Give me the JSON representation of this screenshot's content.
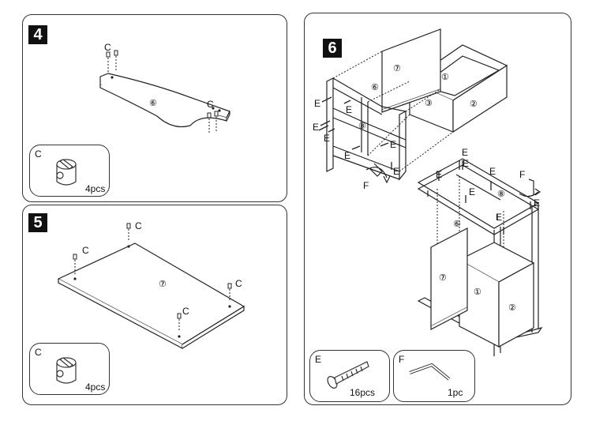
{
  "steps": [
    {
      "number": "4",
      "hardware": {
        "letter": "C",
        "count": "4pcs"
      },
      "callouts": [
        "C",
        "C"
      ],
      "part_label": "⑥"
    },
    {
      "number": "5",
      "hardware": {
        "letter": "C",
        "count": "4pcs"
      },
      "callouts": [
        "C",
        "C",
        "C",
        "C"
      ],
      "part_label": "⑦"
    },
    {
      "number": "6",
      "hardware": [
        {
          "letter": "E",
          "count": "16pcs"
        },
        {
          "letter": "F",
          "count": "1pc"
        }
      ],
      "part_labels": [
        "①",
        "②",
        "③",
        "⑥",
        "⑦",
        "⑧"
      ],
      "callout_E": "E",
      "callout_F": "F"
    }
  ]
}
